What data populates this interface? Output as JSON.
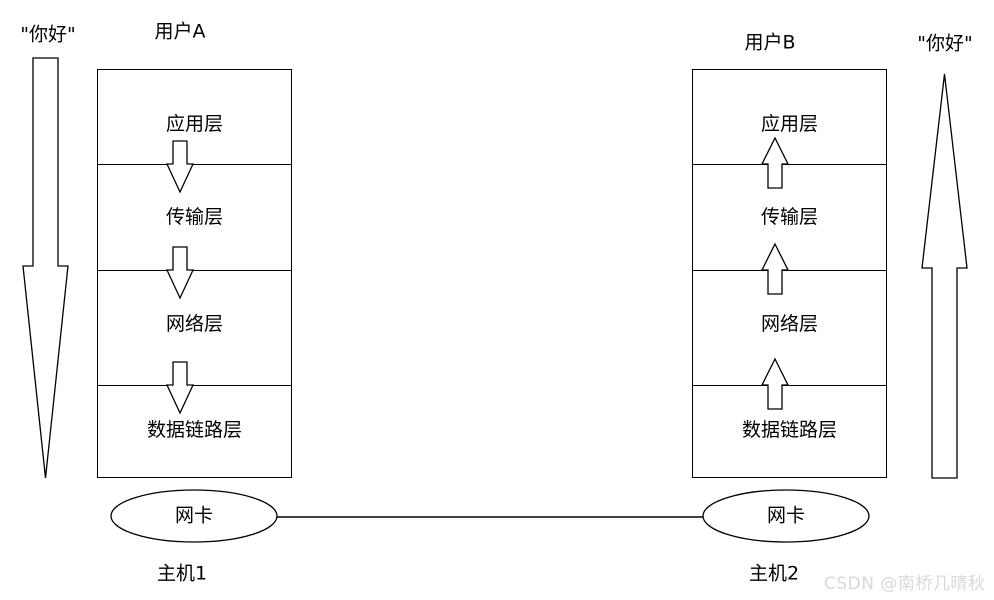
{
  "diagram": {
    "title_left_message": "\"你好\"",
    "title_right_message": "\"你好\"",
    "user_left": "用户A",
    "user_right": "用户B",
    "host_left": "主机1",
    "host_right": "主机2",
    "nic_left": "网卡",
    "nic_right": "网卡",
    "layers_left": [
      {
        "label": "应用层"
      },
      {
        "label": "传输层"
      },
      {
        "label": "网络层"
      },
      {
        "label": "数据链路层"
      }
    ],
    "layers_right": [
      {
        "label": "应用层"
      },
      {
        "label": "传输层"
      },
      {
        "label": "网络层"
      },
      {
        "label": "数据链路层"
      }
    ],
    "flow_left_direction": "down",
    "flow_right_direction": "up",
    "colors": {
      "stroke": "#000000",
      "fill": "#ffffff",
      "watermark": "#d8d8d8"
    }
  },
  "watermark": {
    "text": "CSDN @南桥几晴秋"
  }
}
